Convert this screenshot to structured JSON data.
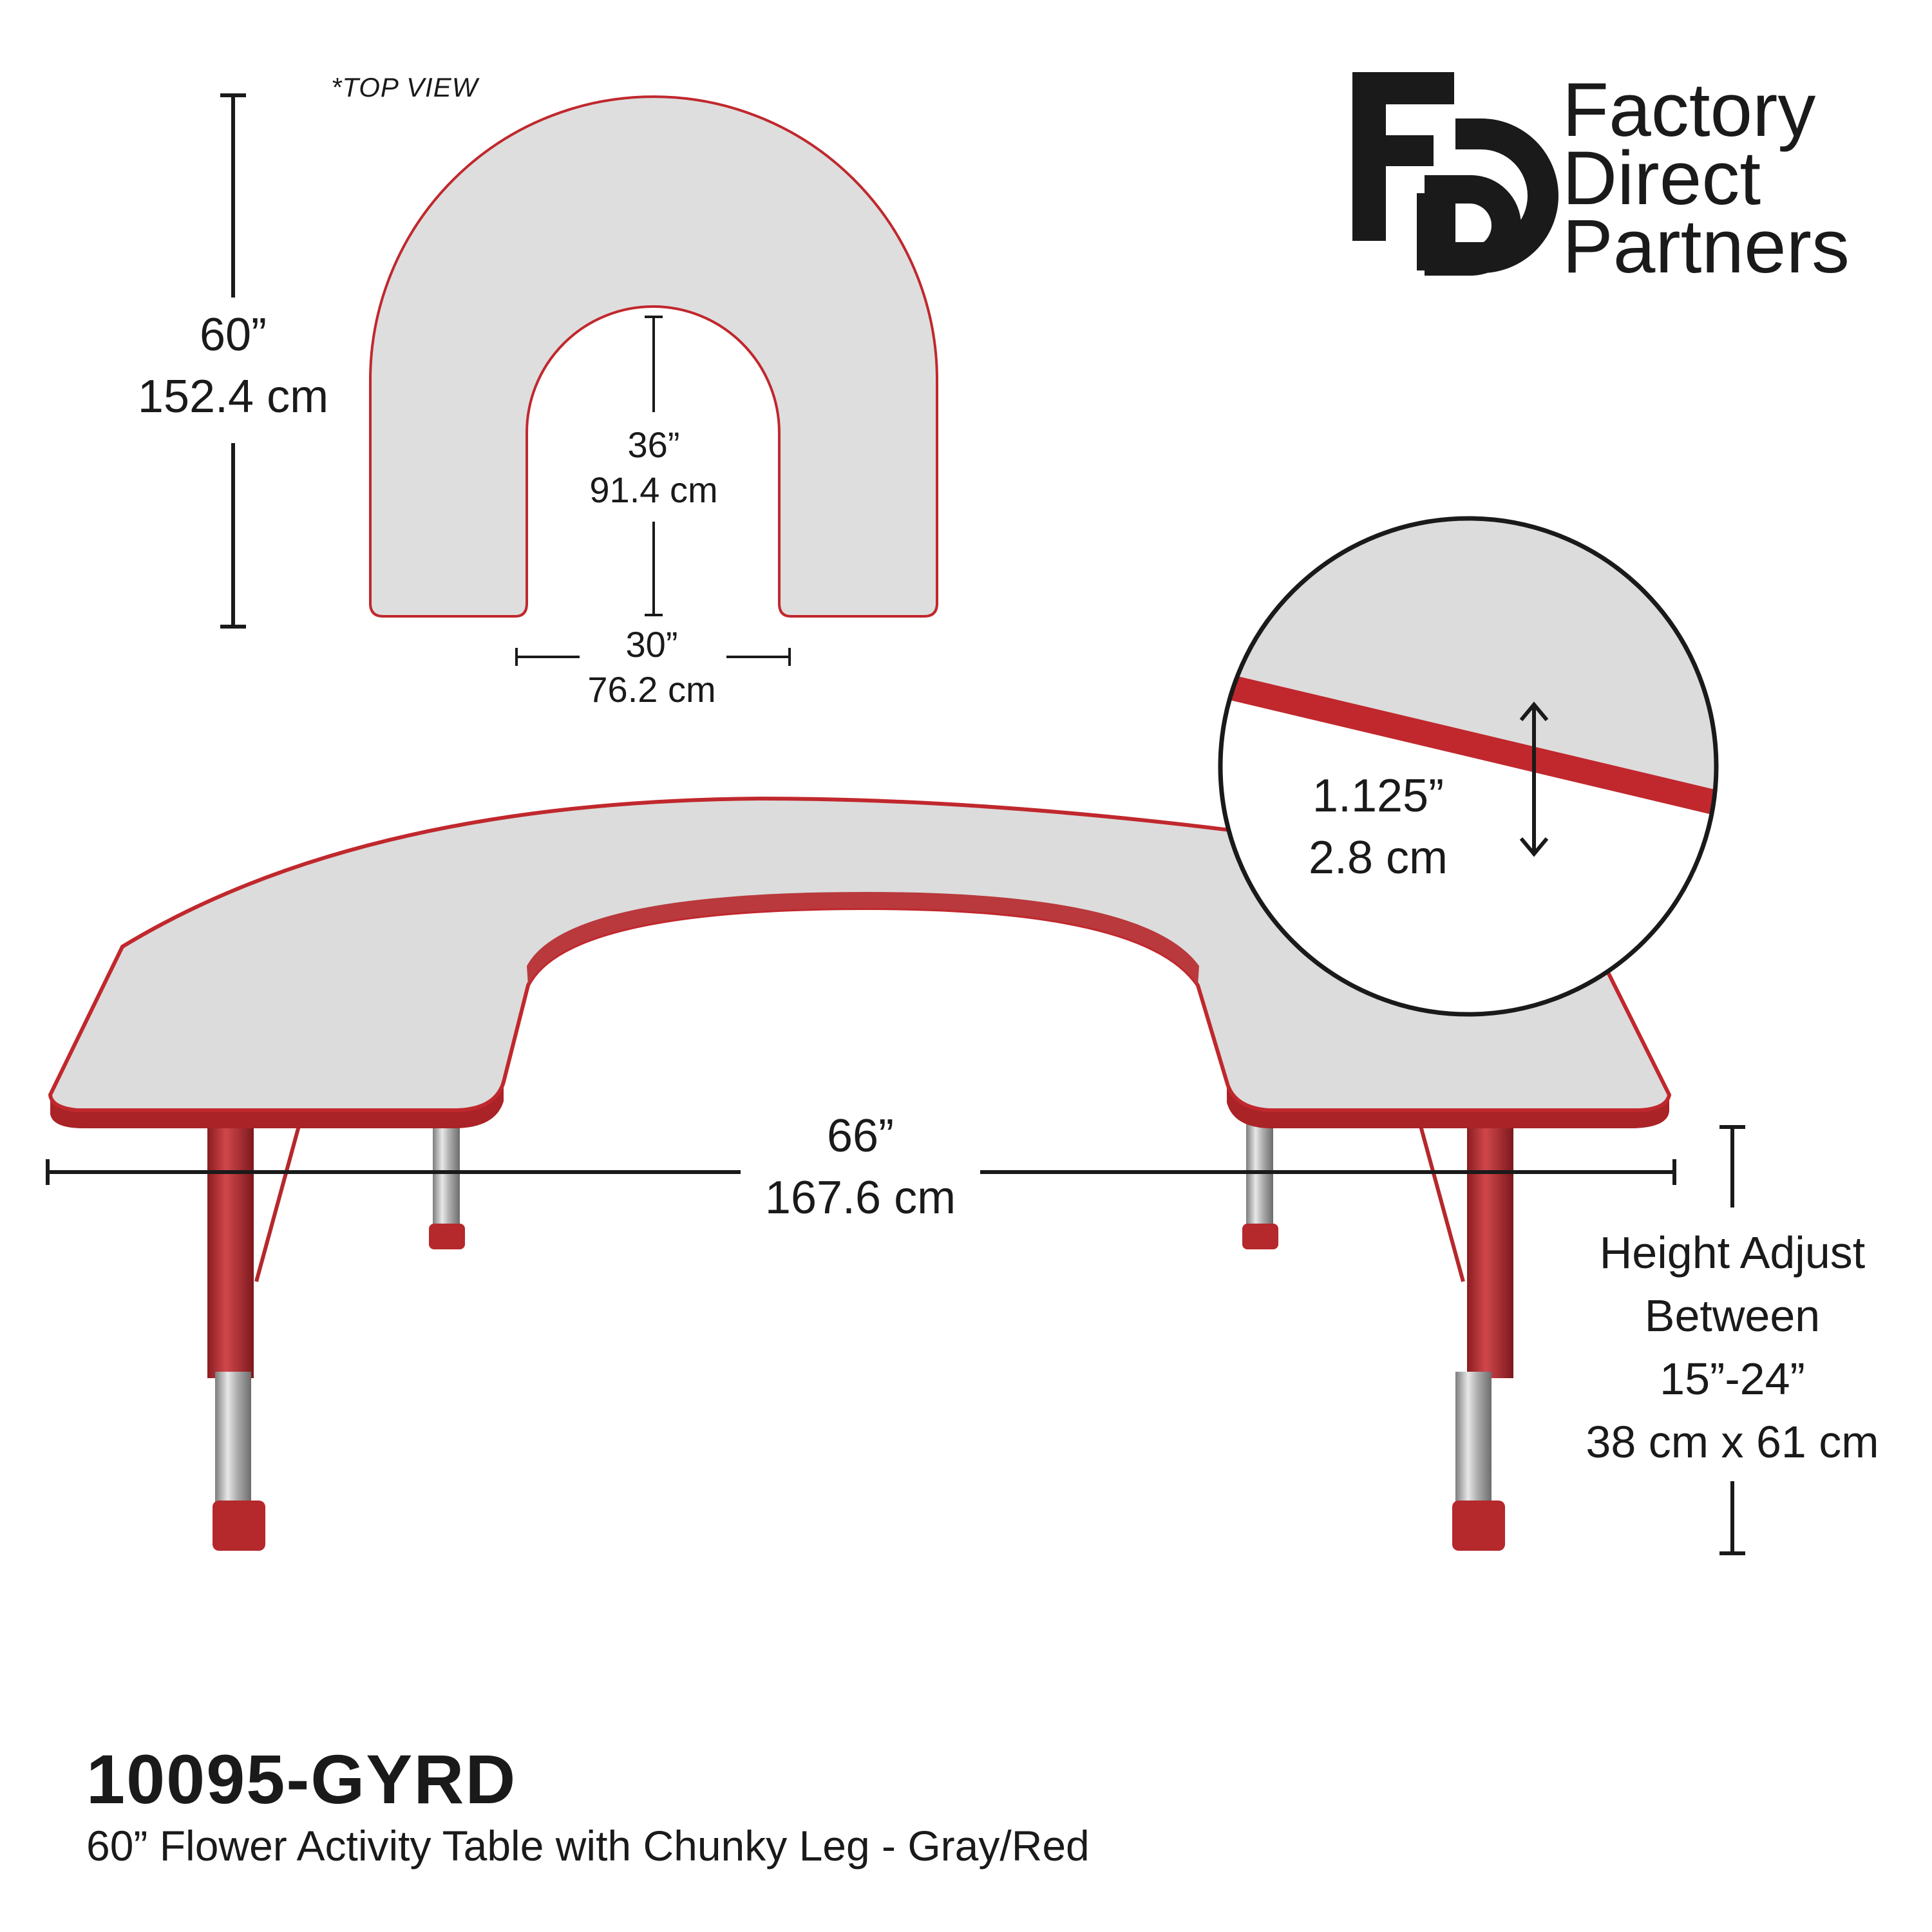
{
  "brand": {
    "monogram": "FD",
    "lines": [
      "Factory",
      "Direct",
      "Partners"
    ]
  },
  "top_view": {
    "label": "*TOP VIEW",
    "overall_depth": [
      "60”",
      "152.4 cm"
    ],
    "inner_depth": [
      "36”",
      "91.4 cm"
    ],
    "inner_width": [
      "30”",
      "76.2 cm"
    ]
  },
  "detail": {
    "edge_thickness": [
      "1.125”",
      "2.8 cm"
    ]
  },
  "overall_width": [
    "66”",
    "167.6 cm"
  ],
  "height_adjust": [
    "Height Adjust",
    "Between",
    "15”-24”",
    "38 cm x 61 cm"
  ],
  "product": {
    "sku": "10095-GYRD",
    "description": "60” Flower Activity Table with Chunky Leg - Gray/Red"
  },
  "colors": {
    "top": "#dcdcdc",
    "edge": "#c0282d",
    "leg_red": "#b32a2e",
    "chrome": "#b9b9b9",
    "ink": "#1a1a1a"
  }
}
